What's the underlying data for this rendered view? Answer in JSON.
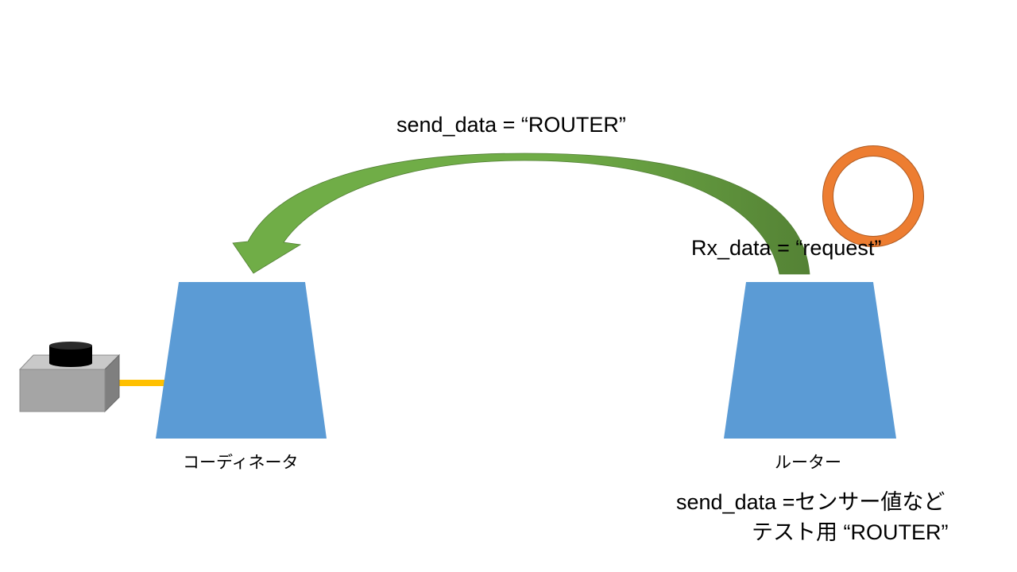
{
  "labels": {
    "send_data_top": "send_data = “ROUTER”",
    "rx_data": "Rx_data = “request”",
    "coordinator": "コーディネータ",
    "router": "ルーター",
    "send_data_bottom": "send_data =センサー値など",
    "test_use": "テスト用 “ROUTER”"
  },
  "colors": {
    "node_fill": "#5b9bd5",
    "arrow_light": "#70ad47",
    "arrow_dark": "#548235",
    "ring": "#ed7d31",
    "ring_stroke": "#ae5a21",
    "cable": "#ffc000",
    "sensor_front": "#a5a5a5",
    "sensor_top": "#c9c9c9",
    "sensor_side": "#7f7f7f",
    "sensor_knob": "#000000"
  },
  "icons": {
    "sensor": "sensor-device-icon",
    "ring": "status-ring-icon"
  }
}
